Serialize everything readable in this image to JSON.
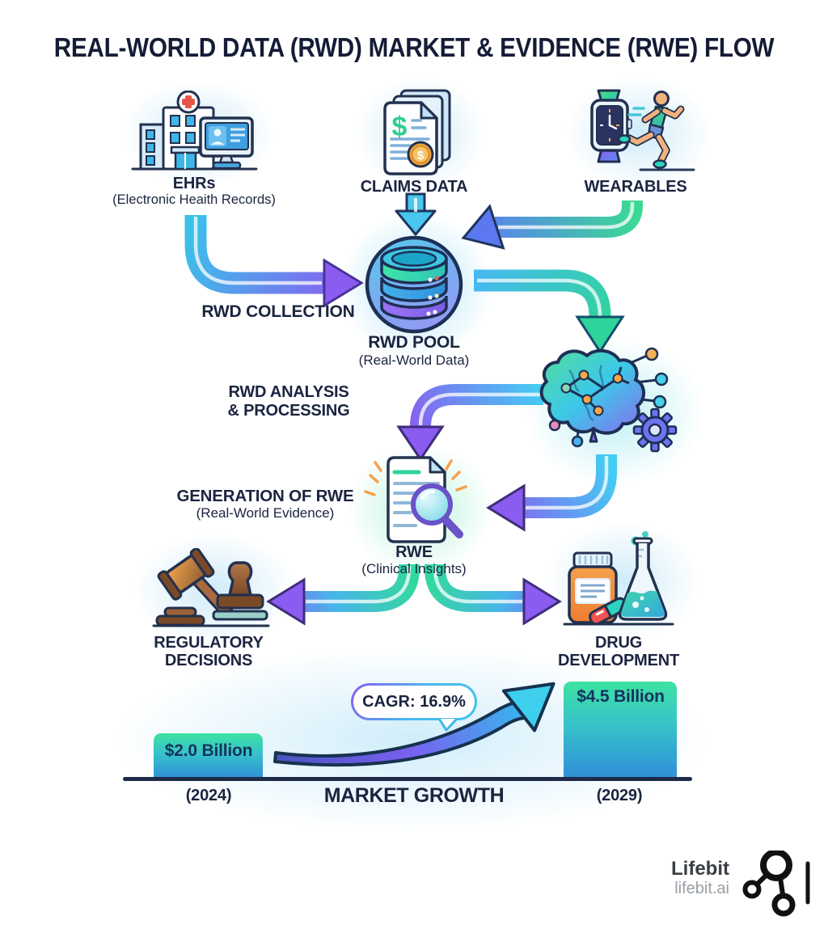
{
  "title": "REAL-WORLD DATA (RWD) MARKET & EVIDENCE (RWE) FLOW",
  "sources": {
    "ehr": {
      "label": "EHRs",
      "sublabel": "(Electronic Heaith Records)"
    },
    "claims": {
      "label": "CLAIMS DATA"
    },
    "wearables": {
      "label": "WEARABLES"
    }
  },
  "flow": {
    "collection_label": "RWD COLLECTION",
    "pool": {
      "label": "RWD POOL",
      "sublabel": "(Real-World Data)"
    },
    "analysis": {
      "line1": "RWD ANALYSIS",
      "line2": "& PROCESSING"
    },
    "generation": {
      "label": "GENERATION OF RWE",
      "sublabel": "(Real-World Evidence)"
    },
    "rwe": {
      "label": "RWE",
      "sublabel": "(Clinical Insights)"
    },
    "regulatory": {
      "line1": "REGULATORY",
      "line2": "DECISIONS"
    },
    "drug": {
      "line1": "DRUG",
      "line2": "DEVELOPMENT"
    }
  },
  "chart_data": {
    "type": "bar",
    "title": "MARKET GROWTH",
    "categories": [
      "(2024)",
      "(2029)"
    ],
    "values": [
      2.0,
      4.5
    ],
    "unit": "USD Billion",
    "value_labels": [
      "$2.0 Billion",
      "$4.5 Billion"
    ],
    "annotation": "CAGR: 16.9%",
    "legend_position": "none",
    "grid": false
  },
  "glyphs": {
    "dollar": "$"
  },
  "footer": {
    "brand": "Lifebit",
    "domain": "lifebit.ai"
  },
  "colors": {
    "title_navy": "#141c36",
    "label_navy": "#1b2440",
    "cyan": "#3cc0ea",
    "green": "#35d69e",
    "purple": "#8a5cf0",
    "blue": "#3f9fe0",
    "bar_top": "#3de3a2",
    "bar_bottom": "#2f8fd8",
    "coin_orange": "#f3a63c",
    "bottle_orange": "#ee7e33",
    "gavel_brown": "#8a5a30",
    "baseline_navy": "#1d2b49",
    "brand_gray": "#3a3f44",
    "brand_light_gray": "#9aa0a6"
  },
  "icons": [
    "hospital-ehr-icon",
    "claims-documents-icon",
    "smartwatch-icon",
    "runner-icon",
    "database-pool-icon",
    "ai-brain-icon",
    "gear-icon",
    "rwe-document-icon",
    "magnifier-icon",
    "gavel-icon",
    "stamp-icon",
    "pill-bottle-icon",
    "capsule-icon",
    "flask-icon",
    "growth-swoosh-arrow-icon",
    "lifebit-network-icon"
  ]
}
